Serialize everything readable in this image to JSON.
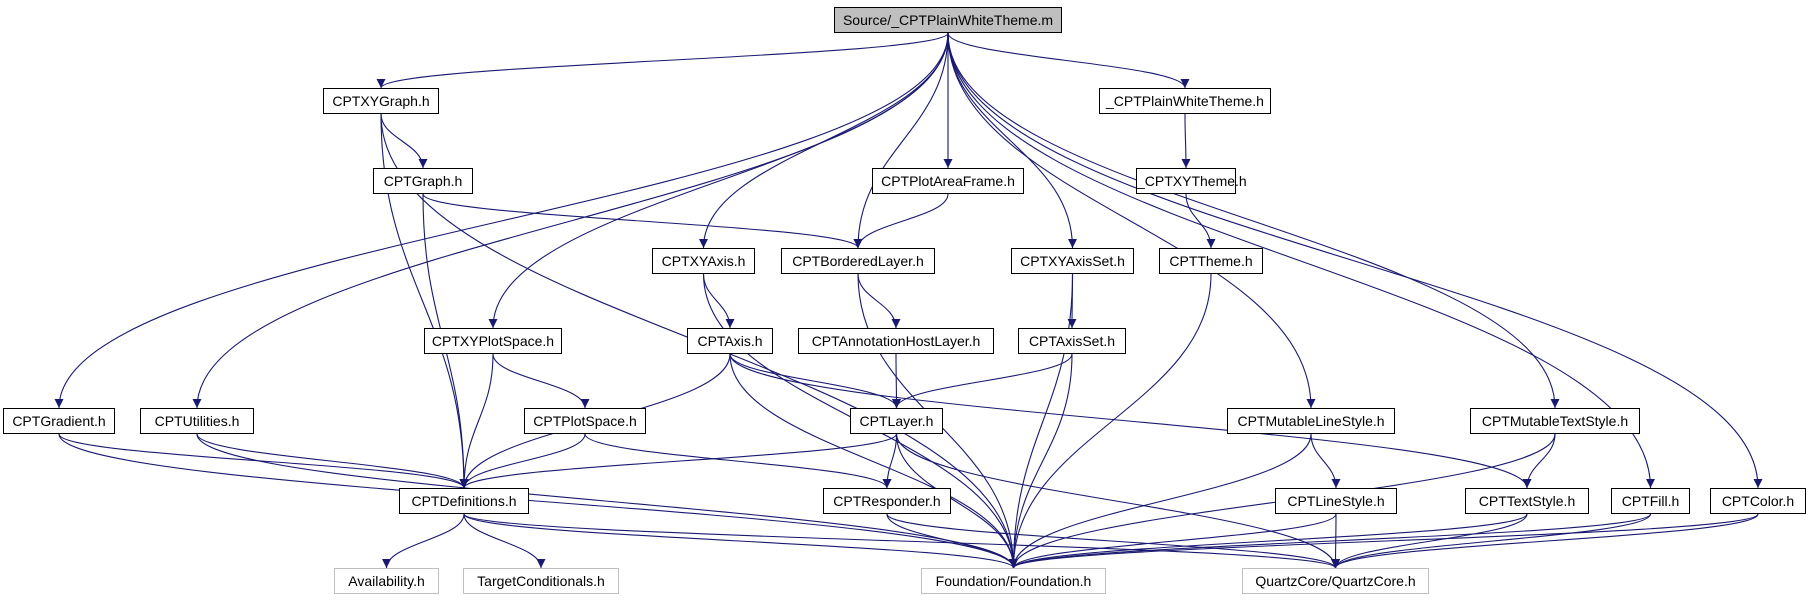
{
  "graph": {
    "edge_color": "#191970",
    "root_fill": "#bfbfbf",
    "external_border": "#bfbfbf",
    "nodes": [
      {
        "id": "root",
        "label": "Source/_CPTPlainWhiteTheme.m",
        "kind": "root"
      },
      {
        "id": "xygraph",
        "label": "CPTXYGraph.h",
        "kind": "doc"
      },
      {
        "id": "graph",
        "label": "CPTGraph.h",
        "kind": "doc"
      },
      {
        "id": "pwtheme",
        "label": "_CPTPlainWhiteTheme.h",
        "kind": "doc"
      },
      {
        "id": "xytheme",
        "label": "_CPTXYTheme.h",
        "kind": "doc"
      },
      {
        "id": "theme",
        "label": "CPTTheme.h",
        "kind": "doc"
      },
      {
        "id": "plotareaframe",
        "label": "CPTPlotAreaFrame.h",
        "kind": "doc"
      },
      {
        "id": "xyaxis",
        "label": "CPTXYAxis.h",
        "kind": "doc"
      },
      {
        "id": "borderedlayer",
        "label": "CPTBorderedLayer.h",
        "kind": "doc"
      },
      {
        "id": "xyaxisset",
        "label": "CPTXYAxisSet.h",
        "kind": "doc"
      },
      {
        "id": "xyplotspace",
        "label": "CPTXYPlotSpace.h",
        "kind": "doc"
      },
      {
        "id": "axis",
        "label": "CPTAxis.h",
        "kind": "doc"
      },
      {
        "id": "annotationhost",
        "label": "CPTAnnotationHostLayer.h",
        "kind": "doc"
      },
      {
        "id": "axisset",
        "label": "CPTAxisSet.h",
        "kind": "doc"
      },
      {
        "id": "gradient",
        "label": "CPTGradient.h",
        "kind": "doc"
      },
      {
        "id": "utilities",
        "label": "CPTUtilities.h",
        "kind": "doc"
      },
      {
        "id": "plotspace",
        "label": "CPTPlotSpace.h",
        "kind": "doc"
      },
      {
        "id": "layer",
        "label": "CPTLayer.h",
        "kind": "doc"
      },
      {
        "id": "mutablelinestyle",
        "label": "CPTMutableLineStyle.h",
        "kind": "doc"
      },
      {
        "id": "mutabletextstyle",
        "label": "CPTMutableTextStyle.h",
        "kind": "doc"
      },
      {
        "id": "definitions",
        "label": "CPTDefinitions.h",
        "kind": "doc"
      },
      {
        "id": "responder",
        "label": "CPTResponder.h",
        "kind": "doc"
      },
      {
        "id": "linestyle",
        "label": "CPTLineStyle.h",
        "kind": "doc"
      },
      {
        "id": "textstyle",
        "label": "CPTTextStyle.h",
        "kind": "doc"
      },
      {
        "id": "fill",
        "label": "CPTFill.h",
        "kind": "doc"
      },
      {
        "id": "color",
        "label": "CPTColor.h",
        "kind": "doc"
      },
      {
        "id": "availability",
        "label": "Availability.h",
        "kind": "external"
      },
      {
        "id": "targetcond",
        "label": "TargetConditionals.h",
        "kind": "external"
      },
      {
        "id": "foundation",
        "label": "Foundation/Foundation.h",
        "kind": "external"
      },
      {
        "id": "quartzcore",
        "label": "QuartzCore/QuartzCore.h",
        "kind": "external"
      }
    ],
    "edges": [
      [
        "root",
        "xygraph"
      ],
      [
        "root",
        "pwtheme"
      ],
      [
        "root",
        "plotareaframe"
      ],
      [
        "root",
        "xyaxis"
      ],
      [
        "root",
        "borderedlayer"
      ],
      [
        "root",
        "xyaxisset"
      ],
      [
        "root",
        "xyplotspace"
      ],
      [
        "root",
        "gradient"
      ],
      [
        "root",
        "utilities"
      ],
      [
        "root",
        "mutablelinestyle"
      ],
      [
        "root",
        "mutabletextstyle"
      ],
      [
        "root",
        "fill"
      ],
      [
        "root",
        "color"
      ],
      [
        "xygraph",
        "graph"
      ],
      [
        "xygraph",
        "definitions"
      ],
      [
        "xygraph",
        "foundation"
      ],
      [
        "graph",
        "borderedlayer"
      ],
      [
        "graph",
        "definitions"
      ],
      [
        "pwtheme",
        "xytheme"
      ],
      [
        "xytheme",
        "theme"
      ],
      [
        "theme",
        "foundation"
      ],
      [
        "plotareaframe",
        "borderedlayer"
      ],
      [
        "xyaxis",
        "axis"
      ],
      [
        "xyaxis",
        "foundation"
      ],
      [
        "borderedlayer",
        "annotationhost"
      ],
      [
        "borderedlayer",
        "foundation"
      ],
      [
        "xyaxisset",
        "axisset"
      ],
      [
        "xyaxisset",
        "foundation"
      ],
      [
        "xyplotspace",
        "plotspace"
      ],
      [
        "xyplotspace",
        "definitions"
      ],
      [
        "axis",
        "layer"
      ],
      [
        "axis",
        "definitions"
      ],
      [
        "axis",
        "textstyle"
      ],
      [
        "axis",
        "foundation"
      ],
      [
        "annotationhost",
        "layer"
      ],
      [
        "axisset",
        "layer"
      ],
      [
        "axisset",
        "foundation"
      ],
      [
        "gradient",
        "definitions"
      ],
      [
        "gradient",
        "foundation"
      ],
      [
        "utilities",
        "definitions"
      ],
      [
        "utilities",
        "foundation"
      ],
      [
        "plotspace",
        "responder"
      ],
      [
        "plotspace",
        "definitions"
      ],
      [
        "layer",
        "responder"
      ],
      [
        "layer",
        "definitions"
      ],
      [
        "layer",
        "foundation"
      ],
      [
        "layer",
        "quartzcore"
      ],
      [
        "mutablelinestyle",
        "linestyle"
      ],
      [
        "mutablelinestyle",
        "foundation"
      ],
      [
        "mutabletextstyle",
        "textstyle"
      ],
      [
        "mutabletextstyle",
        "foundation"
      ],
      [
        "definitions",
        "availability"
      ],
      [
        "definitions",
        "targetcond"
      ],
      [
        "definitions",
        "foundation"
      ],
      [
        "definitions",
        "quartzcore"
      ],
      [
        "responder",
        "foundation"
      ],
      [
        "responder",
        "quartzcore"
      ],
      [
        "linestyle",
        "foundation"
      ],
      [
        "linestyle",
        "quartzcore"
      ],
      [
        "textstyle",
        "foundation"
      ],
      [
        "textstyle",
        "quartzcore"
      ],
      [
        "fill",
        "foundation"
      ],
      [
        "fill",
        "quartzcore"
      ],
      [
        "color",
        "foundation"
      ],
      [
        "color",
        "quartzcore"
      ]
    ]
  }
}
